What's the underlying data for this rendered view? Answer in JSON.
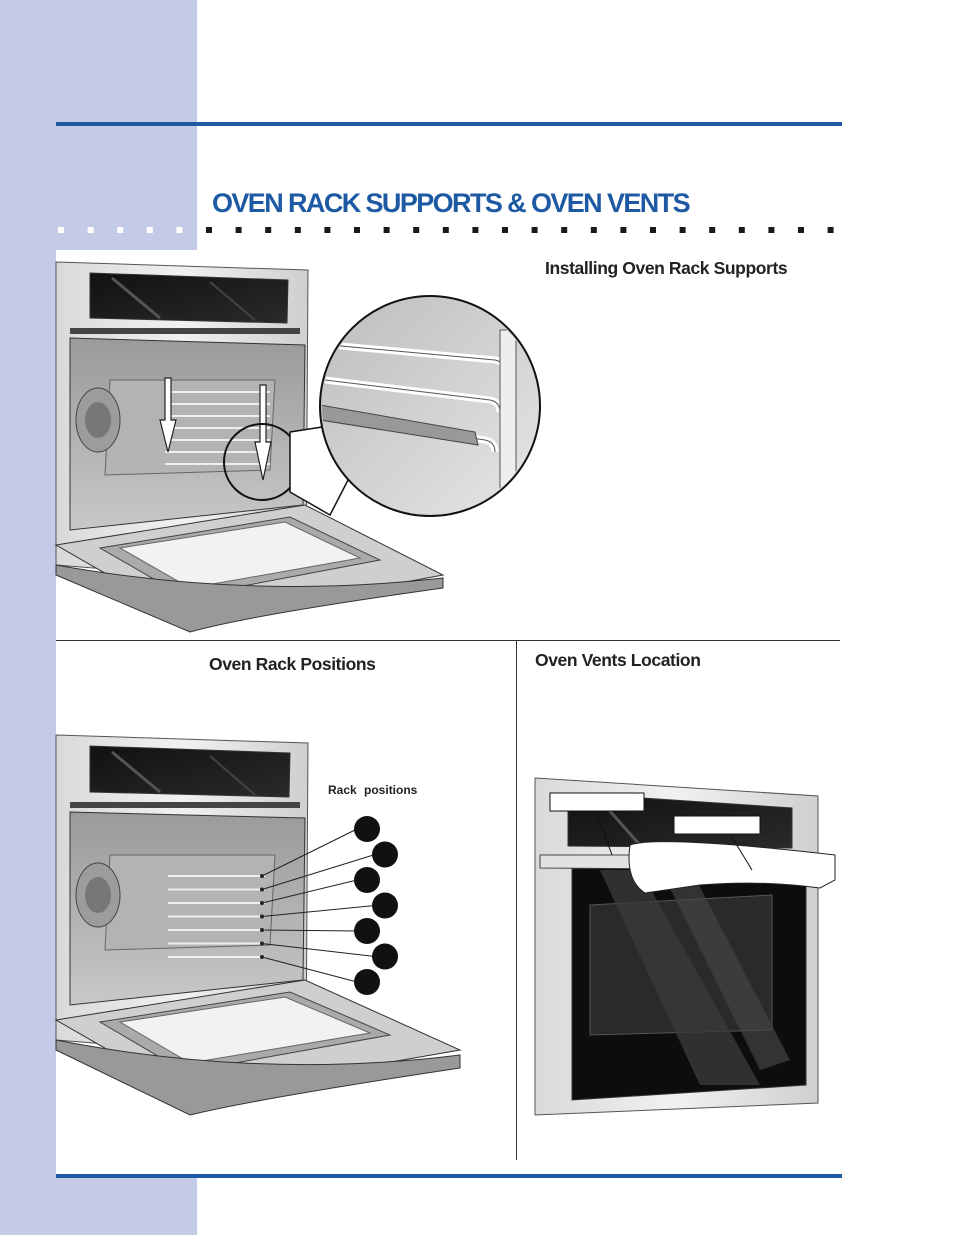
{
  "page": {
    "title": "OVEN RACK SUPPORTS & OVEN VENTS"
  },
  "sections": {
    "installing_supports": {
      "heading": "Installing Oven Rack Supports"
    },
    "rack_positions": {
      "heading": "Oven Rack Positions",
      "label": "Rack  positions",
      "count": 7
    },
    "vents_location": {
      "heading": "Oven Vents Location"
    }
  },
  "colors": {
    "accent_blue": "#1d5aa3",
    "sidebar": "#c4cbe6"
  }
}
